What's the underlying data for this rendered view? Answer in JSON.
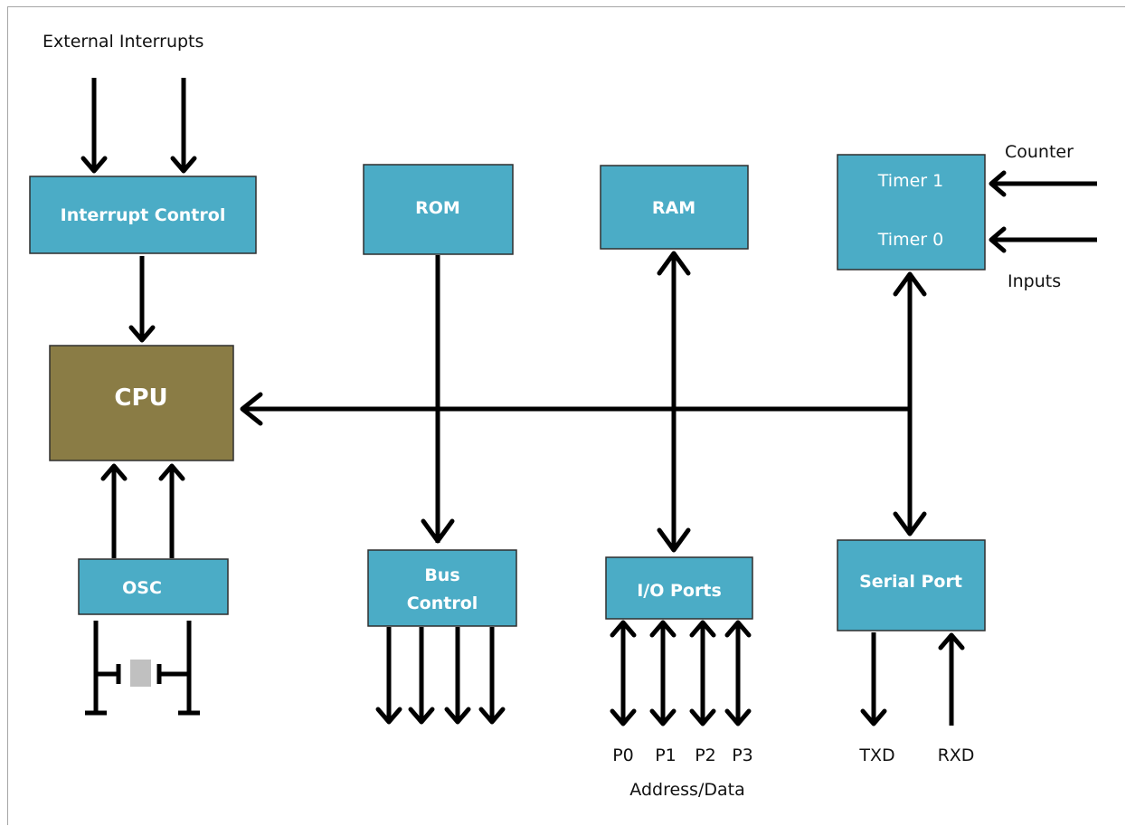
{
  "labels": {
    "external_interrupts": "External Interrupts",
    "counter": "Counter",
    "inputs": "Inputs",
    "p0": "P0",
    "p1": "P1",
    "p2": "P2",
    "p3": "P3",
    "address_data": "Address/Data",
    "txd": "TXD",
    "rxd": "RXD"
  },
  "blocks": {
    "interrupt_control": "Interrupt Control",
    "rom": "ROM",
    "ram": "RAM",
    "timer1": "Timer 1",
    "timer0": "Timer 0",
    "cpu": "CPU",
    "osc": "OSC",
    "bus_control_line1": "Bus",
    "bus_control_line2": "Control",
    "io_ports": "I/O Ports",
    "serial_port": "Serial Port"
  },
  "colors": {
    "block_fill": "#4bacc6",
    "cpu_fill": "#8a7c45",
    "crystal_fill": "#c0c0c0"
  }
}
